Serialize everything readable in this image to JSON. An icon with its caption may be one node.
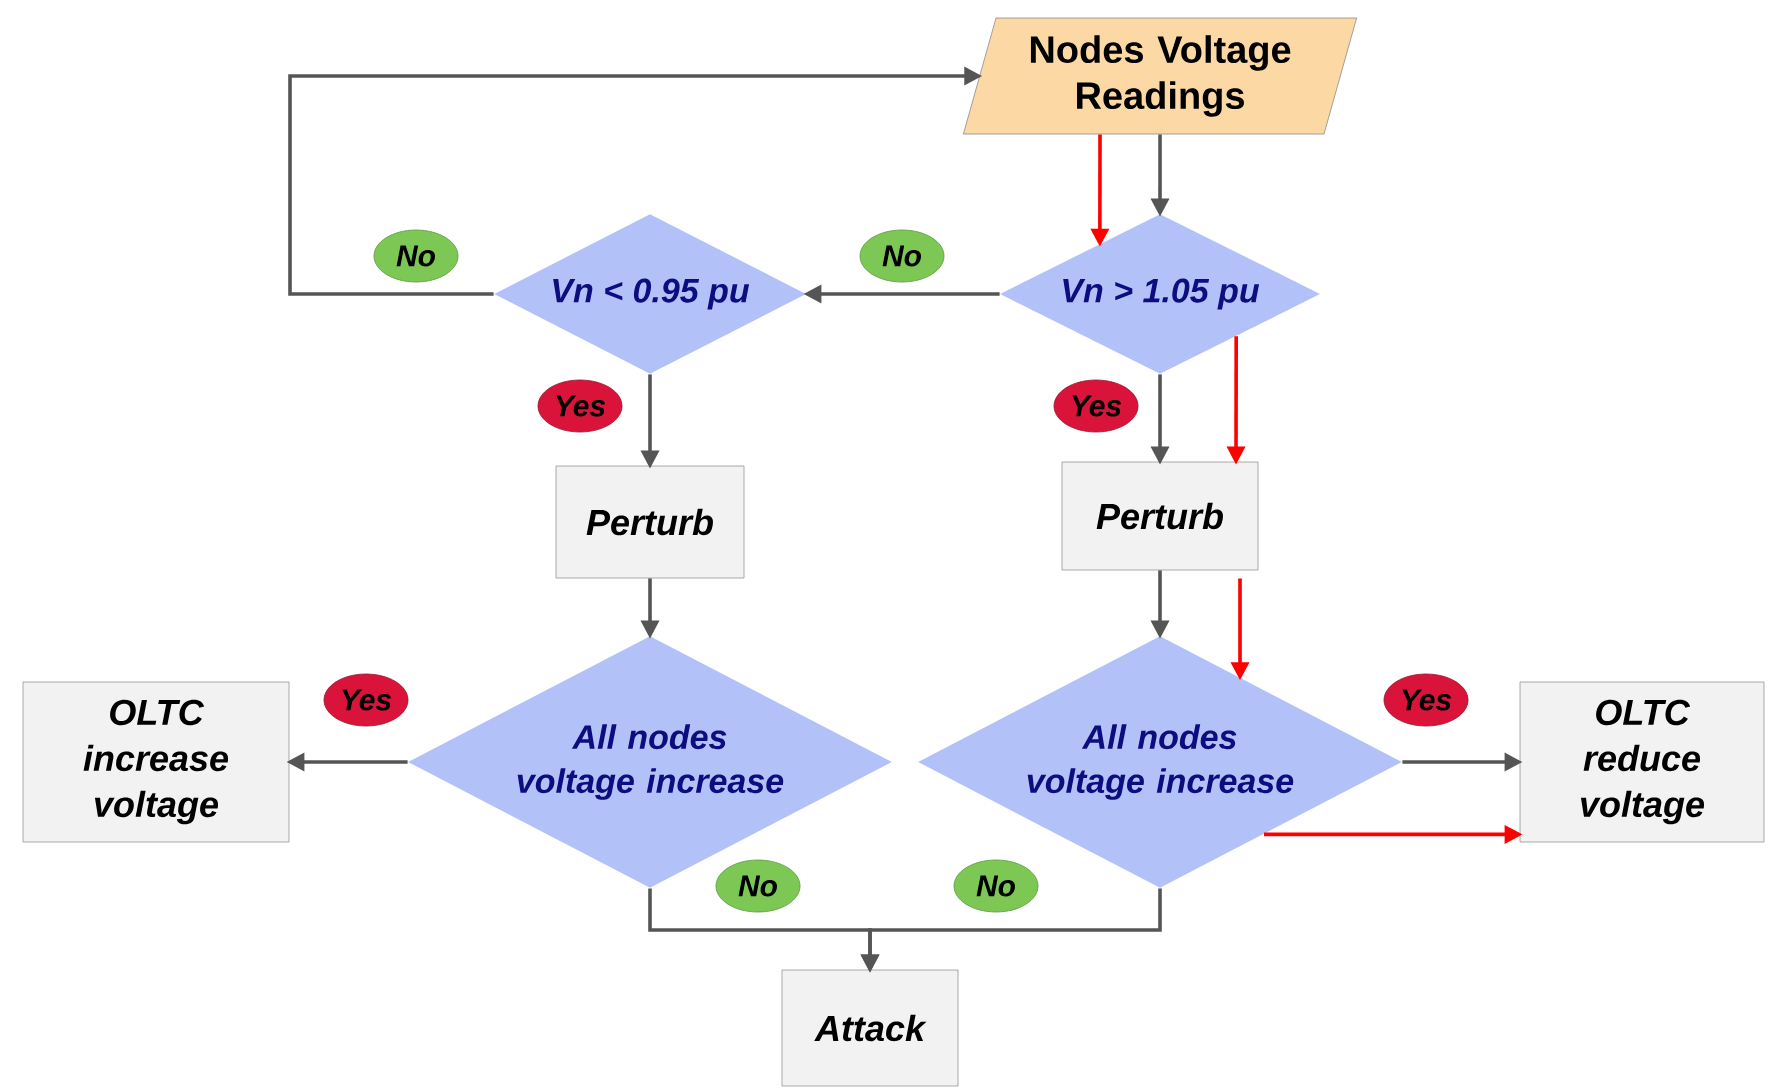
{
  "diagram": {
    "nodes": [
      {
        "text": [
          "Nodes Voltage Readings"
        ]
      },
      {
        "text": [
          "Vn < 0.95 pu"
        ]
      },
      {
        "text": [
          "Vn > 1.05 pu"
        ]
      },
      {
        "text": [
          "Perturb"
        ]
      },
      {
        "text": [
          "Perturb"
        ]
      },
      {
        "text": [
          "OLTC increase voltage"
        ]
      },
      {
        "text": [
          "All nodes voltage increase"
        ]
      },
      {
        "text": [
          "All nodes voltage increase"
        ]
      },
      {
        "text": [
          "OLTC reduce voltage"
        ]
      },
      {
        "text": [
          "Attack"
        ]
      }
    ],
    "edges": [
      {
        "from": 0,
        "to": 2,
        "arrow": "to"
      },
      {
        "from": 2,
        "to": 1,
        "arrow": "to",
        "label": "No"
      },
      {
        "from": 1,
        "to": 0,
        "arrow": "to",
        "label": "No"
      },
      {
        "from": 1,
        "to": 3,
        "arrow": "to",
        "label": "Yes"
      },
      {
        "from": 2,
        "to": 4,
        "arrow": "to",
        "label": "Yes"
      },
      {
        "from": 3,
        "to": 6,
        "arrow": "to"
      },
      {
        "from": 4,
        "to": 7,
        "arrow": "to"
      },
      {
        "from": 6,
        "to": 5,
        "arrow": "to",
        "label": "Yes"
      },
      {
        "from": 7,
        "to": 8,
        "arrow": "to",
        "label": "Yes"
      },
      {
        "from": 6,
        "to": 9,
        "arrow": "to",
        "label": "No"
      },
      {
        "from": 7,
        "to": 9,
        "arrow": "to",
        "label": "No"
      },
      {
        "from": 0,
        "to": 2,
        "arrow": "to",
        "color": "#ff0000"
      },
      {
        "from": 2,
        "to": 4,
        "arrow": "to",
        "color": "#ff0000"
      },
      {
        "from": 4,
        "to": 7,
        "arrow": "to",
        "color": "#ff0000"
      },
      {
        "from": 7,
        "to": 8,
        "arrow": "to",
        "color": "#ff0000"
      }
    ]
  }
}
